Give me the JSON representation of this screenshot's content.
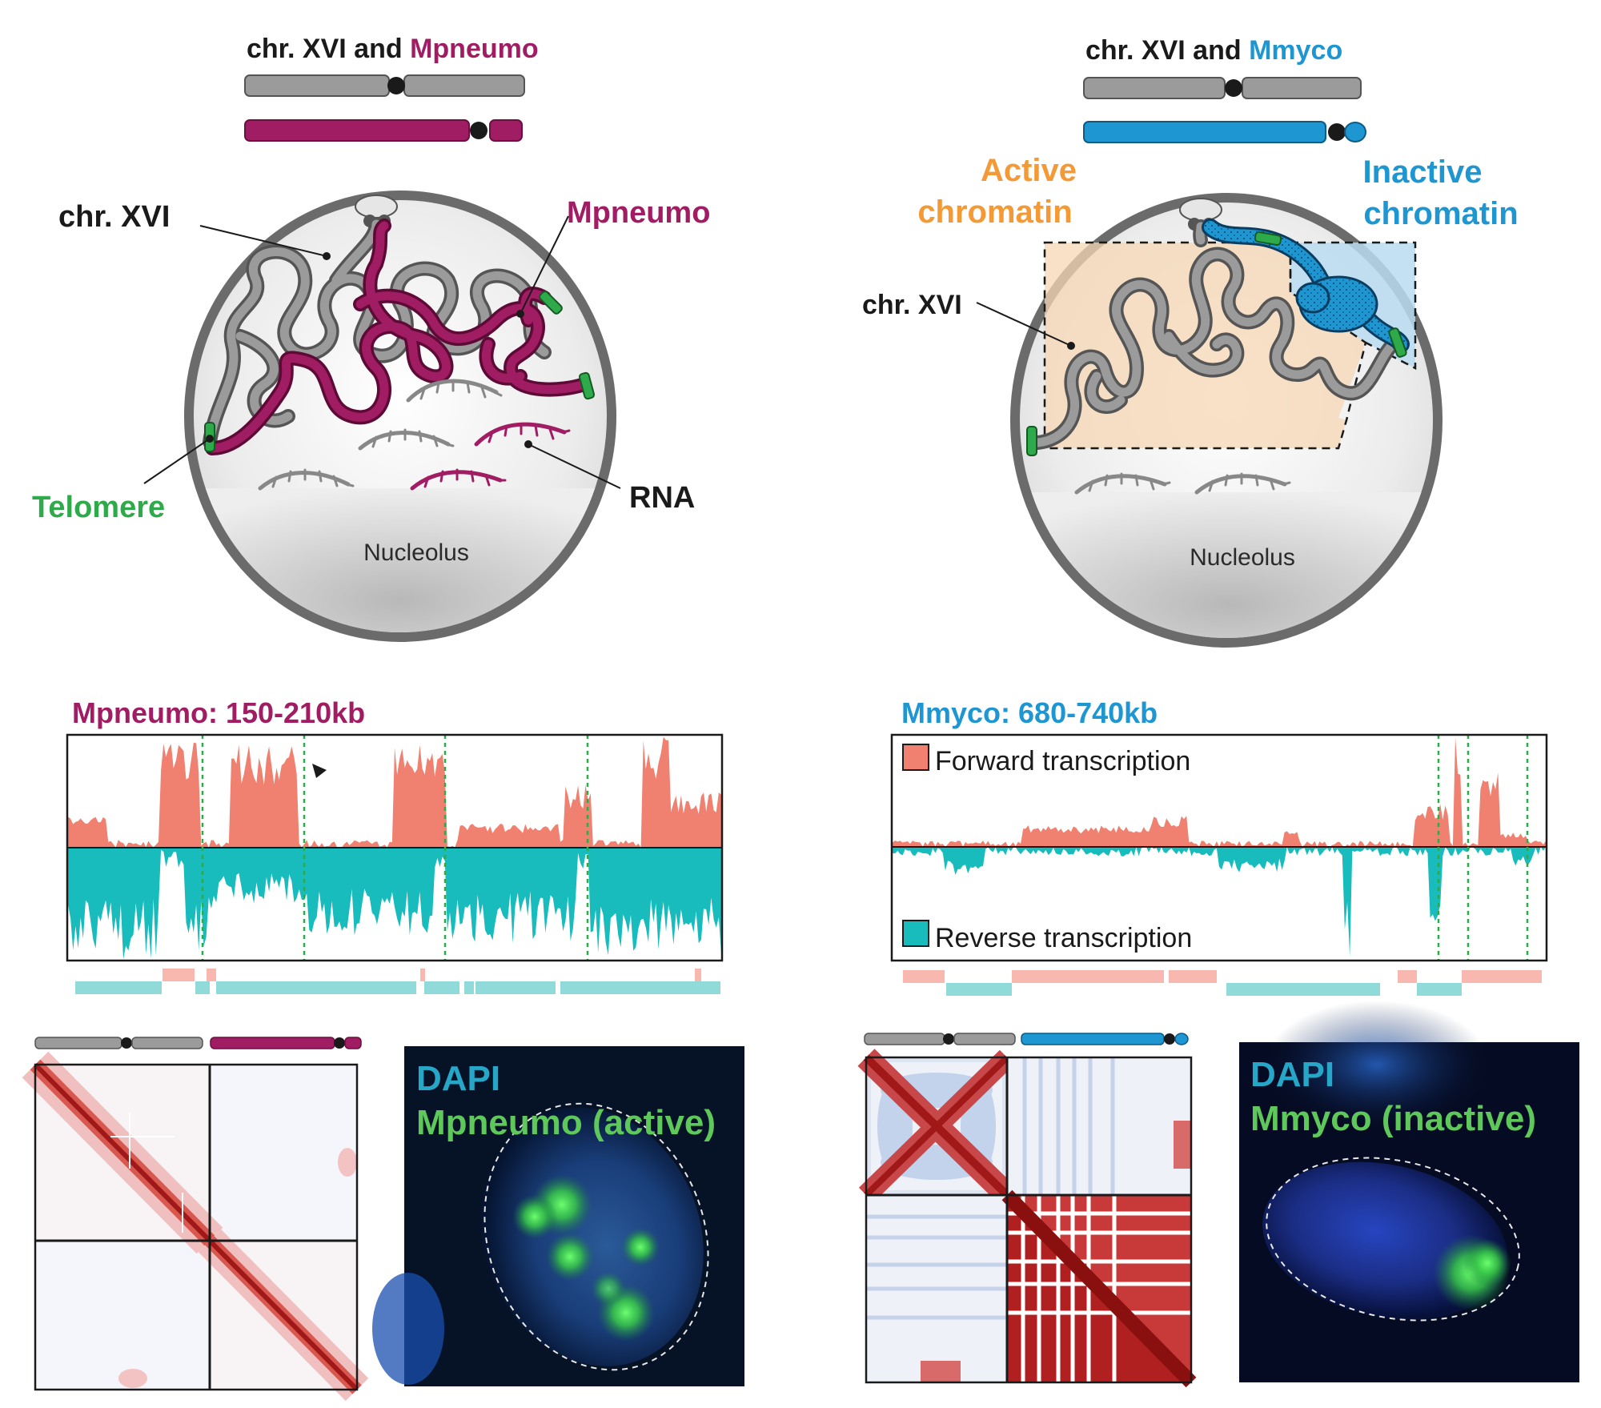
{
  "left_panel": {
    "title_prefix": "chr. XVI and ",
    "title_highlight": "Mpneumo",
    "label_chr": "chr. XVI",
    "label_mpneumo": "Mpneumo",
    "label_telomere": "Telomere",
    "label_rna": "RNA",
    "label_nucleolus": "Nucleolus",
    "track_title": "Mpneumo: 150-210kb",
    "fish_line1": "DAPI",
    "fish_line2": "Mpneumo (active)"
  },
  "right_panel": {
    "title_prefix": "chr. XVI and ",
    "title_highlight": "Mmyco",
    "label_active_1": "Active",
    "label_active_2": "chromatin",
    "label_inactive_1": "Inactive",
    "label_inactive_2": "chromatin",
    "label_chr": "chr. XVI",
    "label_nucleolus": "Nucleolus",
    "track_title": "Mmyco: 680-740kb",
    "legend_forward": "Forward transcription",
    "legend_reverse": "Reverse transcription",
    "fish_line1": "DAPI",
    "fish_line2": "Mmyco (inactive)"
  },
  "colors": {
    "mpneumo": "#a11d63",
    "mmyco": "#1e96d2",
    "telomere": "#2eaa4a",
    "active": "#f39a36",
    "forward": "#f08070",
    "reverse": "#18bcbc",
    "chromosome_gray": "#9b9b9b",
    "hic_red": "#b0201f",
    "hic_blue": "#8aa6d6"
  }
}
